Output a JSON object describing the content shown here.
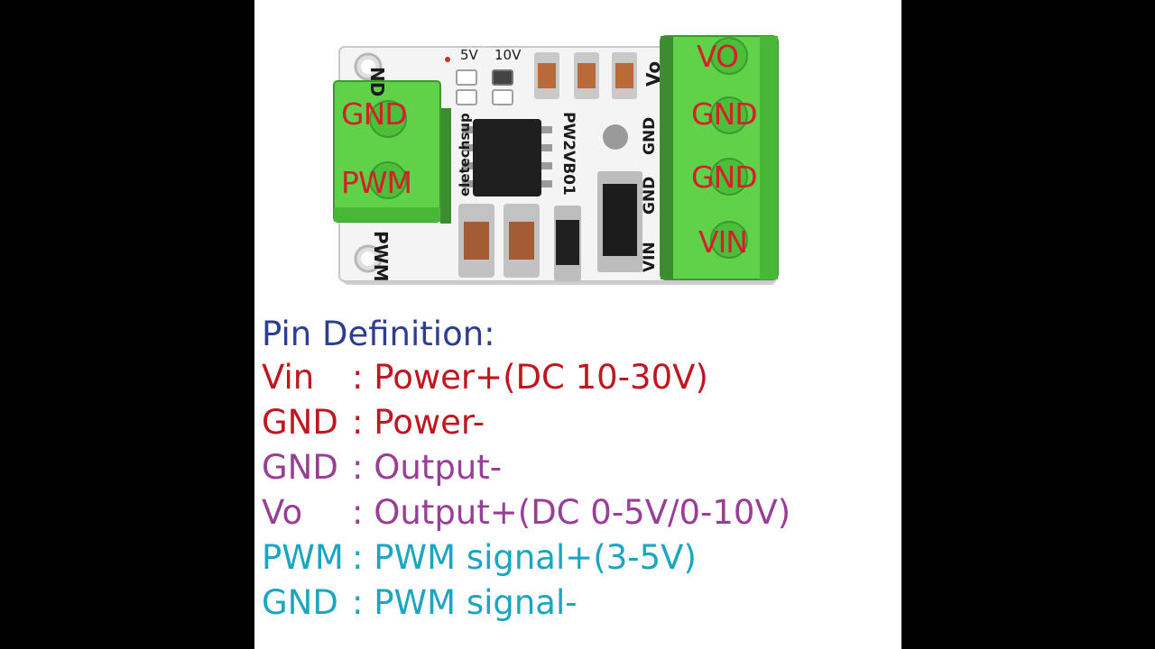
{
  "board": {
    "overlay_labels": {
      "left_top": "GND",
      "left_bottom": "PWM",
      "right_1": "VO",
      "right_2": "GND",
      "right_3": "GND",
      "right_4": "VIN"
    },
    "silkscreen": {
      "jumper_5v": "5V",
      "jumper_10v": "10V",
      "vo": "Vo",
      "gnd_top_left": "ND",
      "gnd_right_1": "GND",
      "gnd_right_2": "GND",
      "vin": "VIN",
      "pwm": "PWM",
      "brand": "eletechsup",
      "model": "PW2VB01"
    }
  },
  "pin_definition": {
    "title": "Pin Definition:",
    "rows": [
      {
        "pin": "Vin ",
        "sep": ": ",
        "desc": "Power+(DC 10-30V)",
        "color": "#c0161f"
      },
      {
        "pin": "GND",
        "sep": ": ",
        "desc": "Power-",
        "color": "#c0161f"
      },
      {
        "pin": "GND",
        "sep": ": ",
        "desc": "Output-",
        "color": "#9a3d97"
      },
      {
        "pin": "Vo  ",
        "sep": ": ",
        "desc": "Output+(DC 0-5V/0-10V)",
        "color": "#9a3d97"
      },
      {
        "pin": "PWM",
        "sep": ": ",
        "desc": "PWM signal+(3-5V)",
        "color": "#1aa6c2"
      },
      {
        "pin": "GND",
        "sep": ": ",
        "desc": "PWM signal-",
        "color": "#1aa6c2"
      }
    ]
  },
  "colors": {
    "terminal_green": "#5fd24a",
    "label_red": "#d81e2a",
    "title_blue": "#2e3e8f"
  }
}
